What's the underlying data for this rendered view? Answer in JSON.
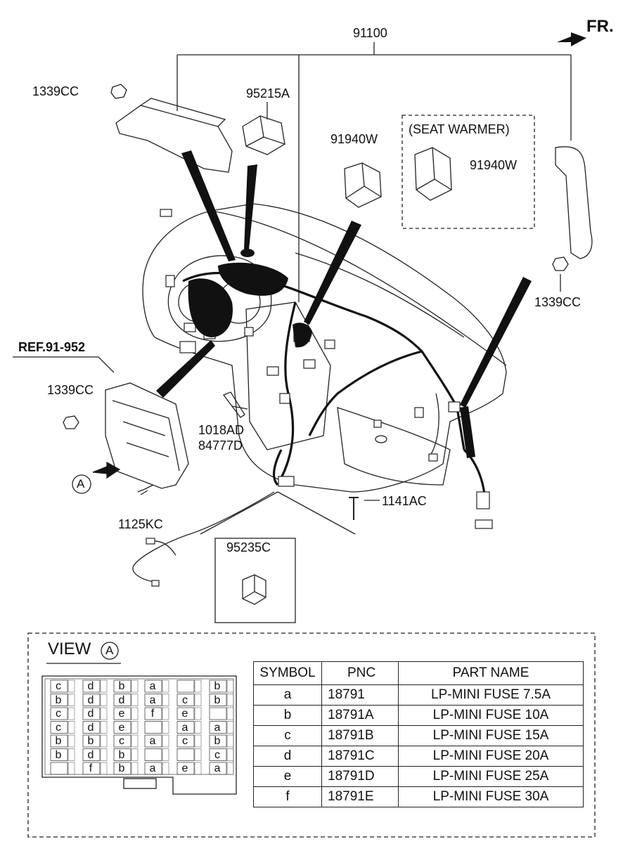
{
  "diagram": {
    "direction_label": "FR.",
    "labels": {
      "main_harness": "91100",
      "nut_top_left": "1339CC",
      "relay_top": "95215A",
      "switch_center": "91940W",
      "seat_warmer_title": "(SEAT WARMER)",
      "seat_warmer_switch": "91940W",
      "nut_right": "1339CC",
      "ref_junction_box": "REF.91-952",
      "nut_left": "1339CC",
      "bolt_center_1": "1018AD",
      "bolt_center_2": "84777D",
      "bolt_right": "1141AC",
      "bolt_left": "1125KC",
      "view_marker": "A",
      "relay_box_title": "95235C"
    }
  },
  "view_a": {
    "title": "VIEW",
    "marker": "A",
    "fuse_rows": [
      [
        "c",
        "d",
        "b",
        "a",
        "",
        "b"
      ],
      [
        "b",
        "d",
        "d",
        "a",
        "c",
        "b"
      ],
      [
        "c",
        "d",
        "e",
        "f",
        "e",
        ""
      ],
      [
        "c",
        "d",
        "e",
        "",
        "a",
        "a"
      ],
      [
        "b",
        "b",
        "c",
        "a",
        "c",
        "b"
      ],
      [
        "b",
        "d",
        "b",
        "",
        "",
        "c"
      ],
      [
        "",
        "f",
        "b",
        "a",
        "e",
        "a"
      ]
    ]
  },
  "parts_table": {
    "headers": [
      "SYMBOL",
      "PNC",
      "PART NAME"
    ],
    "rows": [
      {
        "symbol": "a",
        "pnc": "18791",
        "name": "LP-MINI FUSE 7.5A"
      },
      {
        "symbol": "b",
        "pnc": "18791A",
        "name": "LP-MINI FUSE 10A"
      },
      {
        "symbol": "c",
        "pnc": "18791B",
        "name": "LP-MINI FUSE 15A"
      },
      {
        "symbol": "d",
        "pnc": "18791C",
        "name": "LP-MINI FUSE 20A"
      },
      {
        "symbol": "e",
        "pnc": "18791D",
        "name": "LP-MINI FUSE 25A"
      },
      {
        "symbol": "f",
        "pnc": "18791E",
        "name": "LP-MINI FUSE 30A"
      }
    ]
  }
}
